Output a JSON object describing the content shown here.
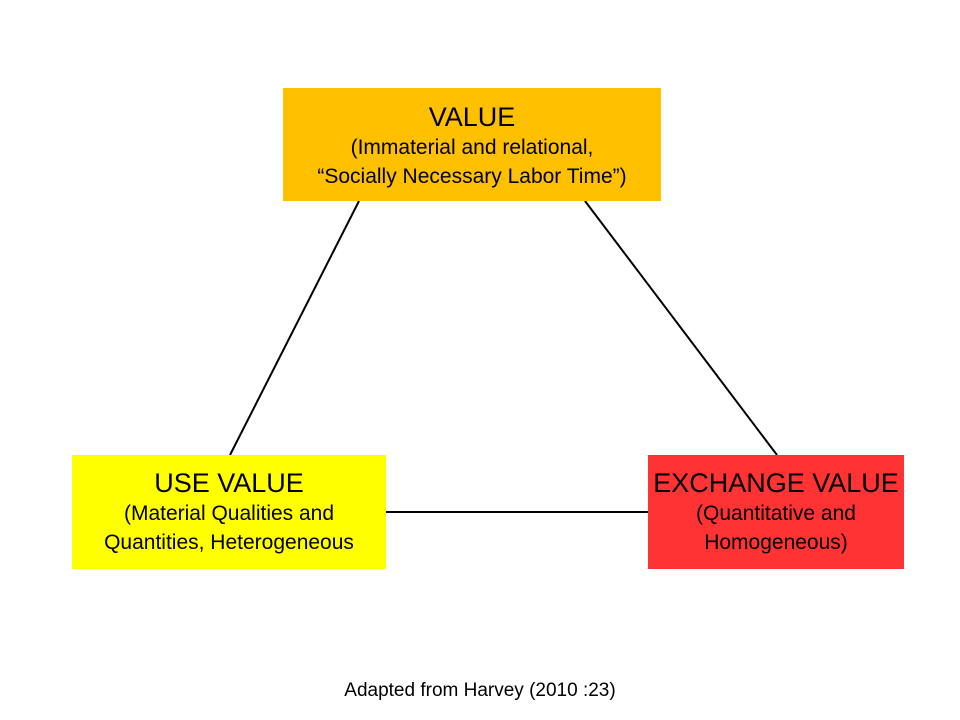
{
  "diagram": {
    "nodes": {
      "value": {
        "title": "VALUE",
        "line1": "(Immaterial and relational,",
        "line2": "“Socially Necessary Labor Time”)",
        "fill": "#FFC000"
      },
      "use_value": {
        "title": "USE VALUE",
        "line1": "(Material Qualities and",
        "line2": "Quantities, Heterogeneous",
        "fill": "#FFFF00"
      },
      "exchange_value": {
        "title": "EXCHANGE VALUE",
        "line1": "(Quantitative and",
        "line2": "Homogeneous)",
        "fill": "#FF3333"
      }
    },
    "connectors": [
      {
        "from": "value",
        "to": "use_value"
      },
      {
        "from": "value",
        "to": "exchange_value"
      },
      {
        "from": "use_value",
        "to": "exchange_value"
      }
    ],
    "line_color": "#000000"
  },
  "source_note": "Adapted from Harvey (2010 :23)"
}
